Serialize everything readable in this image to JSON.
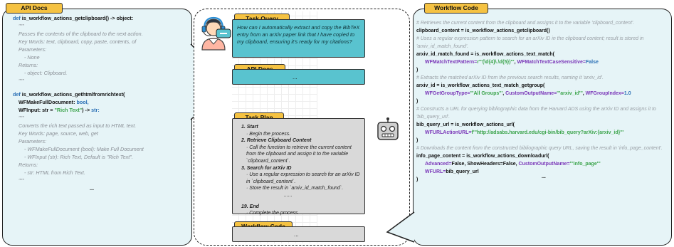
{
  "labels": {
    "api_docs": "API Docs",
    "task_query": "Task Query",
    "api_docs_mid": "API Docs",
    "task_plan": "Task Plan",
    "workflow_code_mid": "Workflow Code",
    "workflow_code": "Workflow Code"
  },
  "api_docs": {
    "f1_def": "def",
    "f1_sig": "is_workflow_actions_getclipboard() -> object:",
    "f1_q1": "\"\"\"",
    "f1_l1": "Passes the contents of the clipboard to the     next action.",
    "f1_l2": "Key Words: text, clipboard, copy, paste, contents, of",
    "f1_l3": "Parameters:",
    "f1_l4": "- None",
    "f1_l5": "Returns:",
    "f1_l6": "- object: Clipboard.",
    "f1_q2": "\"\"\"",
    "f2_def": "def",
    "f2_sig": "is_workflow_actions_gethtmlfromrichtext(",
    "f2_p1a": "WFMakeFullDocument:",
    "f2_p1b": "bool,",
    "f2_p2a": "WFInput: str = ",
    "f2_p2b": "\"Rich Text\"",
    "f2_p2c": ") -> ",
    "f2_p2d": "str:",
    "f2_q1": "\"\"\"",
    "f2_l1": "Converts the rich text passed as input to HTML text.",
    "f2_l2": "Key Words: page, source, web, get",
    "f2_l3": "Parameters:",
    "f2_l4": "- WFMakeFullDocument (bool): Make Full Document",
    "f2_l5": "- WFInput (str): Rich Text, Default is \"Rich Text\".",
    "f2_l6": "Returns:",
    "f2_l7": "- str: HTML from Rich Text.",
    "f2_q2": "\"\"\"",
    "more": "..."
  },
  "task_query_text": "How can I automatically extract and copy the BibTeX entry from an arXiv paper link that I have copied to my clipboard, ensuring it's ready for my citations?",
  "api_mini_ellipsis": "...",
  "wf_mini_ellipsis": "...",
  "plan": {
    "s1": "1. Start",
    "s1a": "· Begin the process.",
    "s2": "2. Retrieve Clipboard Content",
    "s2a": "· Call the function to retrieve the current content from the clipboard and assign it to the variable `clipboard_content`.",
    "s3": "3. Search for arXiv ID",
    "s3a": "· Use a regular expression to search for an arXiv ID in `clipboard_content`.",
    "s3b": "· Store the result in `arxiv_id_match_found`.",
    "s3c": "......",
    "s19": "19. End",
    "s19a": "· Complete the process."
  },
  "workflow": {
    "c1": "# Retrieves the current content from the clipboard and assigns it to the variable 'clipboard_content'.",
    "l1": "clipboard_content = is_workflow_actions_getclipboard()",
    "c2": "# Uses a regular expression pattern to search for an arXiv ID in the clipboard content; result is stored in 'arxiv_id_match_found'.",
    "l2": "arxiv_id_match_found = is_workflow_actions_text_match(",
    "l2a_k": "WFMatchTextPattern=",
    "l2a_v": "r'''(\\d{4}\\.\\d{5})'''",
    "l2a_sep": ", ",
    "l2a_k2": "WFMatchTextCaseSensitive=",
    "l2a_v2": "False",
    "close": ")",
    "c3": "# Extracts the matched arXiv ID from the previous search results, naming it 'arxiv_id'.",
    "l3": "arxiv_id = is_workflow_actions_text_match_getgroup(",
    "l3a_k1": "WFGetGroupType=",
    "l3a_v1": "'''All Groups'''",
    "l3a_k2": "CustomOutputName=",
    "l3a_v2": "'''arxiv_id'''",
    "l3a_k3": "WFGroupIndex=",
    "l3a_v3": "1.0",
    "c4": "# Constructs a URL for querying bibliographic data from the Harvard ADS using the arXiv ID and assigns it to 'bib_query_url'.",
    "l4": "bib_query_url = is_workflow_actions_url(",
    "l4a_k": "WFURLActionURL=",
    "l4a_v": "f'''http://adsabs.harvard.edu/cgi-bin/bib_query?arXiv:{arxiv_id}'''",
    "c5": "# Downloads the content from the constructed bibliographic query URL, saving the result in 'info_page_content'.",
    "l5": "info_page_content = is_workflow_actions_downloadurl(",
    "l5a_k1": "Advanced=",
    "l5a_v1": "False, ShowHeaders=False, ",
    "l5a_k2": "CustomOutputName=",
    "l5a_v2": "'''info_page'''",
    "l5b_k": "WFURL=",
    "l5b_v": "bib_query_url",
    "more": "..."
  }
}
